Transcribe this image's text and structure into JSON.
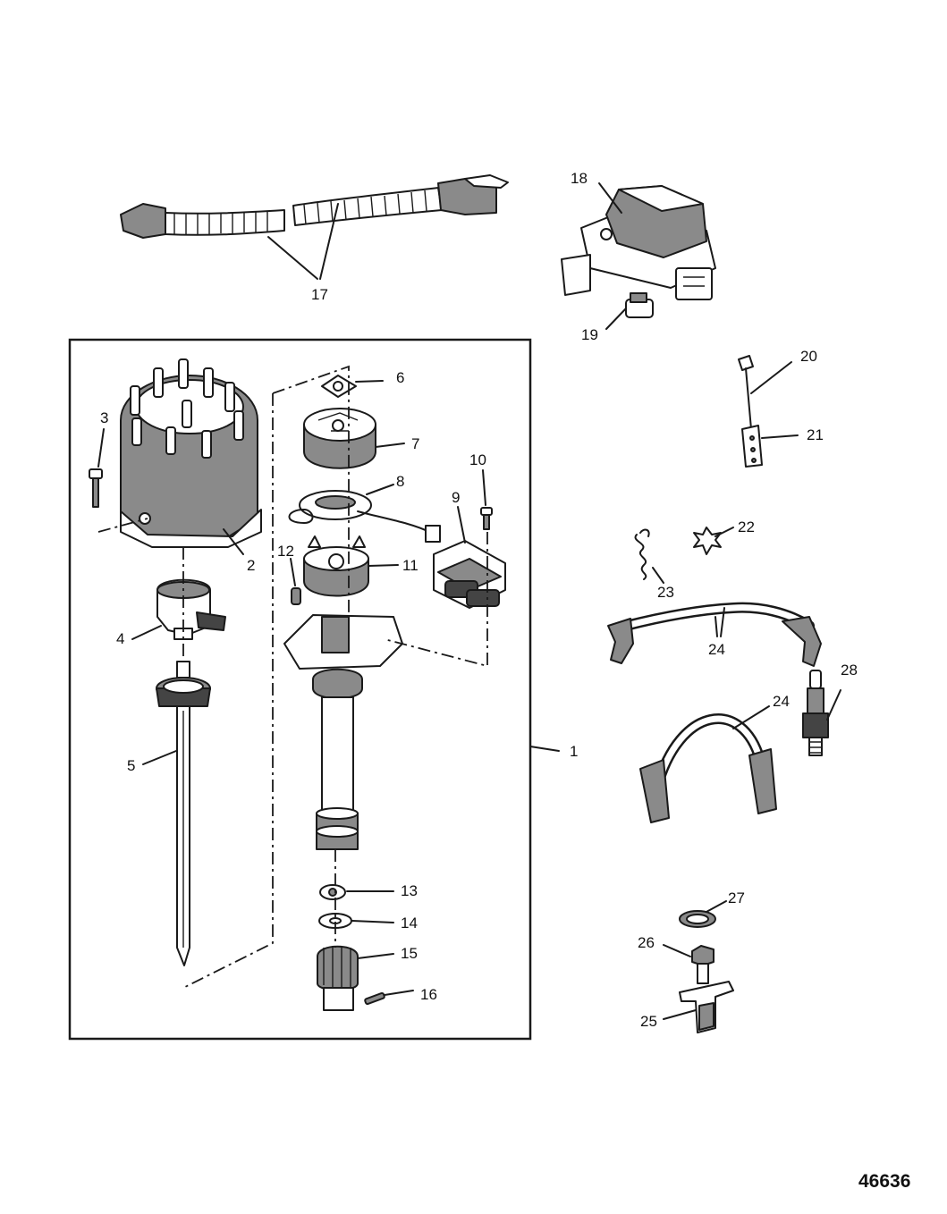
{
  "callouts": {
    "c1": "1",
    "c2": "2",
    "c3": "3",
    "c4": "4",
    "c5": "5",
    "c6": "6",
    "c7": "7",
    "c8": "8",
    "c9": "9",
    "c10": "10",
    "c11": "11",
    "c12": "12",
    "c13": "13",
    "c14": "14",
    "c15": "15",
    "c16": "16",
    "c17": "17",
    "c18": "18",
    "c19": "19",
    "c20": "20",
    "c21": "21",
    "c22": "22",
    "c23": "23",
    "c24a": "24",
    "c24b": "24",
    "c25": "25",
    "c26": "26",
    "c27": "27",
    "c28": "28"
  },
  "figure_number": "46636"
}
